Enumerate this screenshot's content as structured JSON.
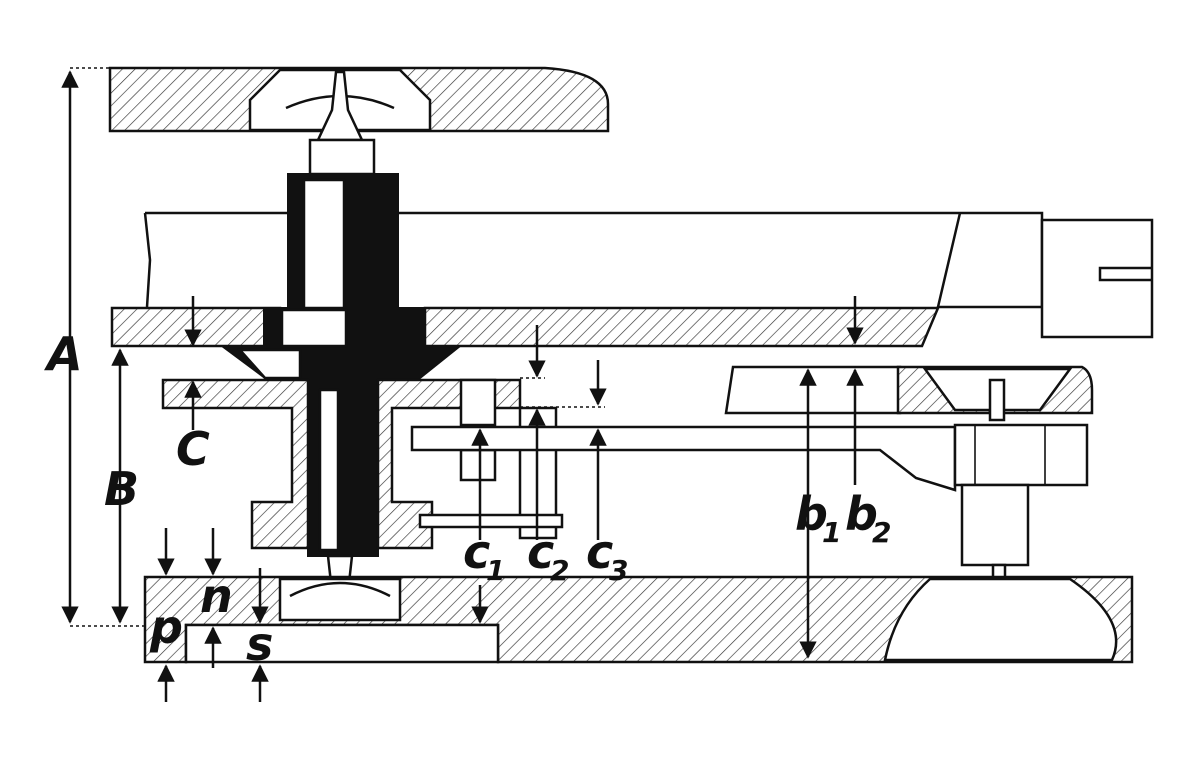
{
  "diagram": {
    "labels": {
      "A": "A",
      "B": "B",
      "C": "C",
      "b1": "b",
      "b1_sub": "1",
      "b2": "b",
      "b2_sub": "2",
      "c1": "c",
      "c1_sub": "1",
      "c2": "c",
      "c2_sub": "2",
      "c3": "c",
      "c3_sub": "3",
      "p": "p",
      "n": "n",
      "s": "s"
    }
  }
}
